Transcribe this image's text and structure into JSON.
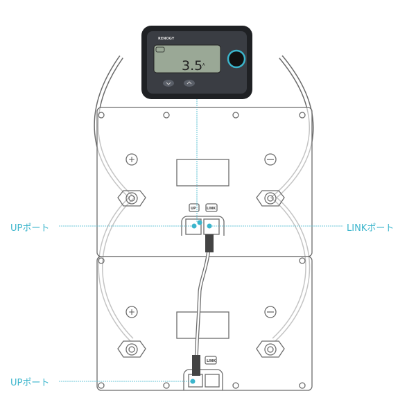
{
  "colors": {
    "accent": "#3bb5cc",
    "outline": "#6b6b6b",
    "monitor_body": "#2b2d31",
    "lcd": "#9aa896"
  },
  "monitor": {
    "brand": "RENOGY",
    "reading": "3.5",
    "unit": "A",
    "icon": "battery-icon"
  },
  "ports": {
    "up": "UP",
    "link": "LINK"
  },
  "callouts": {
    "top_up": "UPポート",
    "top_link": "LINKポート",
    "bottom_up": "UPポート"
  }
}
